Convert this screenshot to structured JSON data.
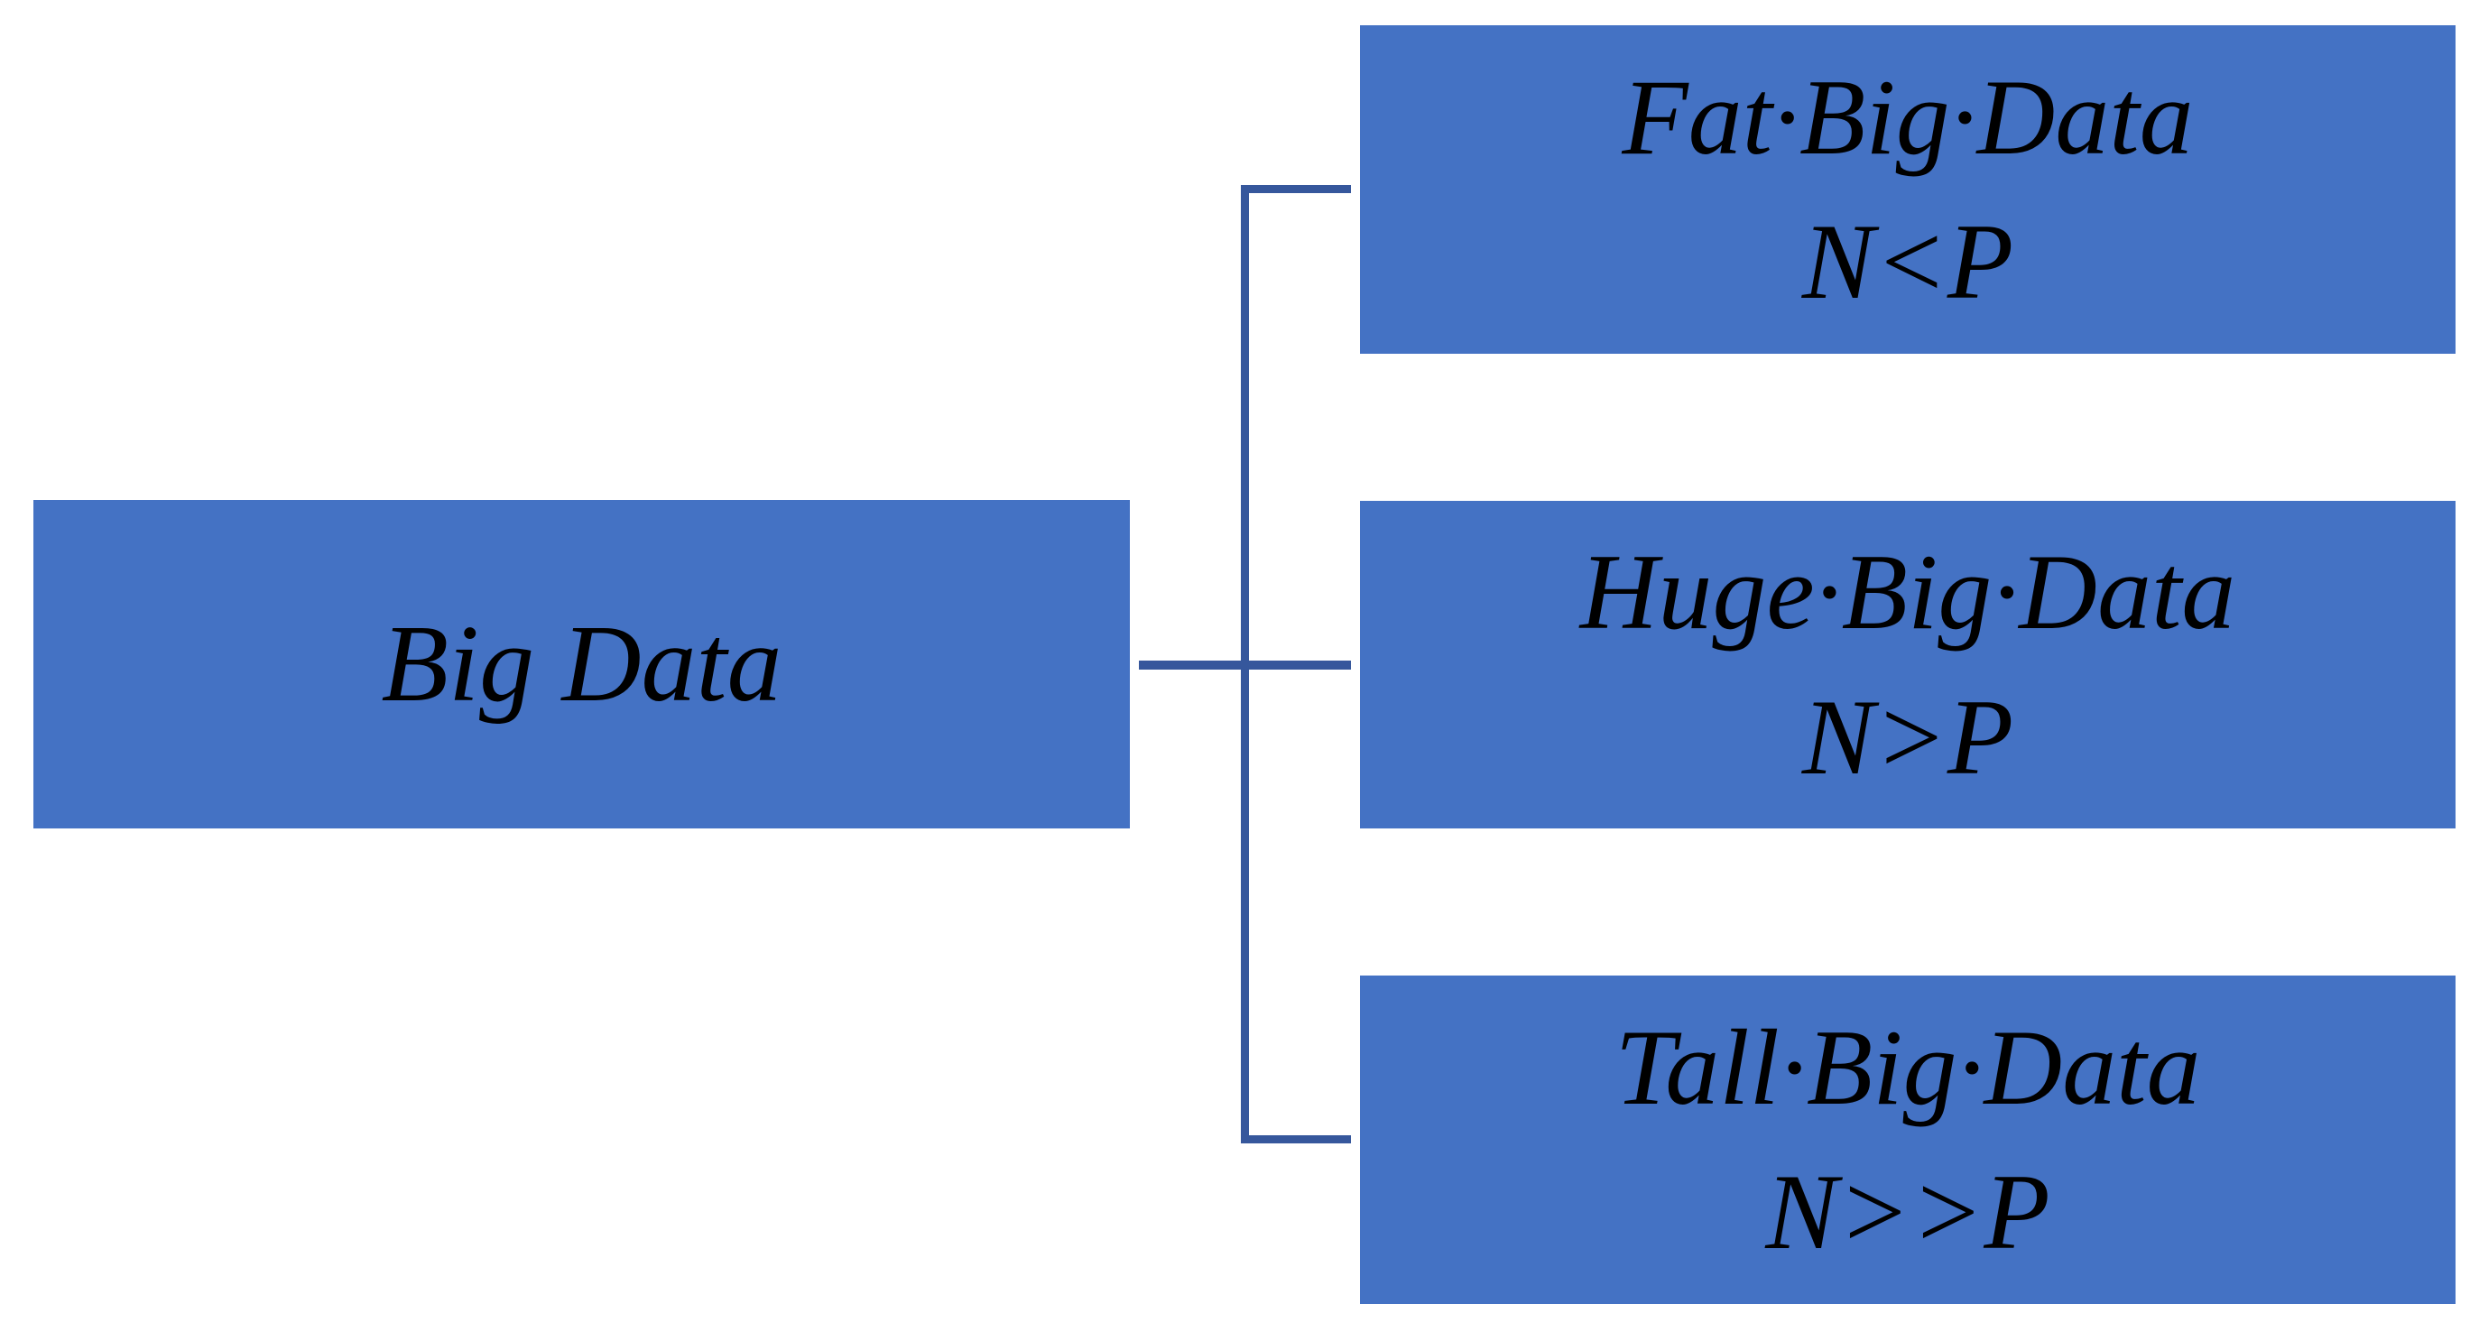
{
  "diagram": {
    "root": {
      "label": "Big Data"
    },
    "branches": [
      {
        "title": "Fat·Big·Data",
        "subtitle": "N<P"
      },
      {
        "title": "Huge·Big·Data",
        "subtitle": "N>P"
      },
      {
        "title": "Tall·Big·Data",
        "subtitle": "N>>P"
      }
    ],
    "colors": {
      "box_fill": "#4472C4",
      "connector": "#36579C",
      "text": "#000000",
      "background": "#FFFFFF"
    }
  }
}
